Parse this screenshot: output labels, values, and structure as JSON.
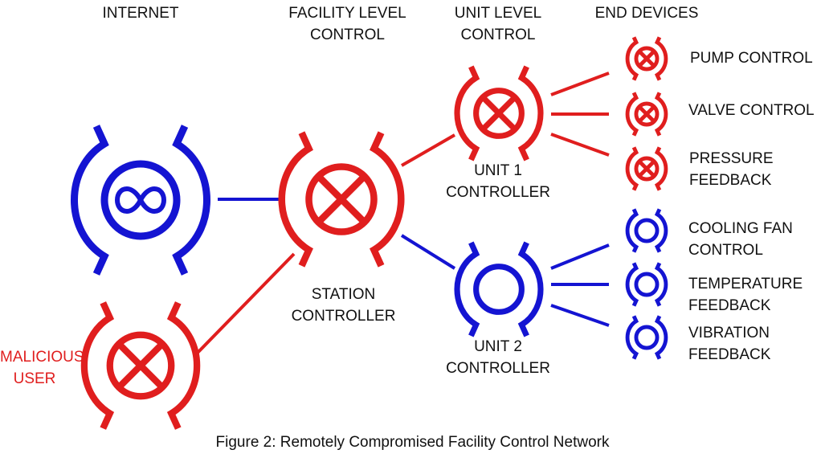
{
  "colors": {
    "normal": "#1414d2",
    "compromised": "#e01e1e",
    "text": "#111111"
  },
  "headers": {
    "internet": "INTERNET",
    "facility_l1": "FACILITY LEVEL",
    "facility_l2": "CONTROL",
    "unit_l1": "UNIT LEVEL",
    "unit_l2": "CONTROL",
    "end_devices": "END DEVICES"
  },
  "nodes": {
    "internet": {
      "label": [],
      "state": "normal",
      "icon": "infinity-icon"
    },
    "malicious_user": {
      "label": [
        "MALICIOUS",
        "USER"
      ],
      "state": "compromised",
      "icon": "x-circle-icon"
    },
    "station_controller": {
      "label": [
        "STATION",
        "CONTROLLER"
      ],
      "state": "compromised",
      "icon": "x-circle-icon"
    },
    "unit1_controller": {
      "label": [
        "UNIT 1",
        "CONTROLLER"
      ],
      "state": "compromised",
      "icon": "x-circle-icon"
    },
    "unit2_controller": {
      "label": [
        "UNIT 2",
        "CONTROLLER"
      ],
      "state": "normal",
      "icon": "circle-icon"
    },
    "pump_control": {
      "label": [
        "PUMP CONTROL"
      ],
      "state": "compromised",
      "icon": "x-circle-icon"
    },
    "valve_control": {
      "label": [
        "VALVE CONTROL"
      ],
      "state": "compromised",
      "icon": "x-circle-icon"
    },
    "pressure_feedback": {
      "label": [
        "PRESSURE",
        "FEEDBACK"
      ],
      "state": "compromised",
      "icon": "x-circle-icon"
    },
    "cooling_fan_control": {
      "label": [
        "COOLING FAN",
        "CONTROL"
      ],
      "state": "normal",
      "icon": "circle-icon"
    },
    "temperature_feedback": {
      "label": [
        "TEMPERATURE",
        "FEEDBACK"
      ],
      "state": "normal",
      "icon": "circle-icon"
    },
    "vibration_feedback": {
      "label": [
        "VIBRATION",
        "FEEDBACK"
      ],
      "state": "normal",
      "icon": "circle-icon"
    }
  },
  "caption": "Figure 2: Remotely Compromised Facility Control Network"
}
